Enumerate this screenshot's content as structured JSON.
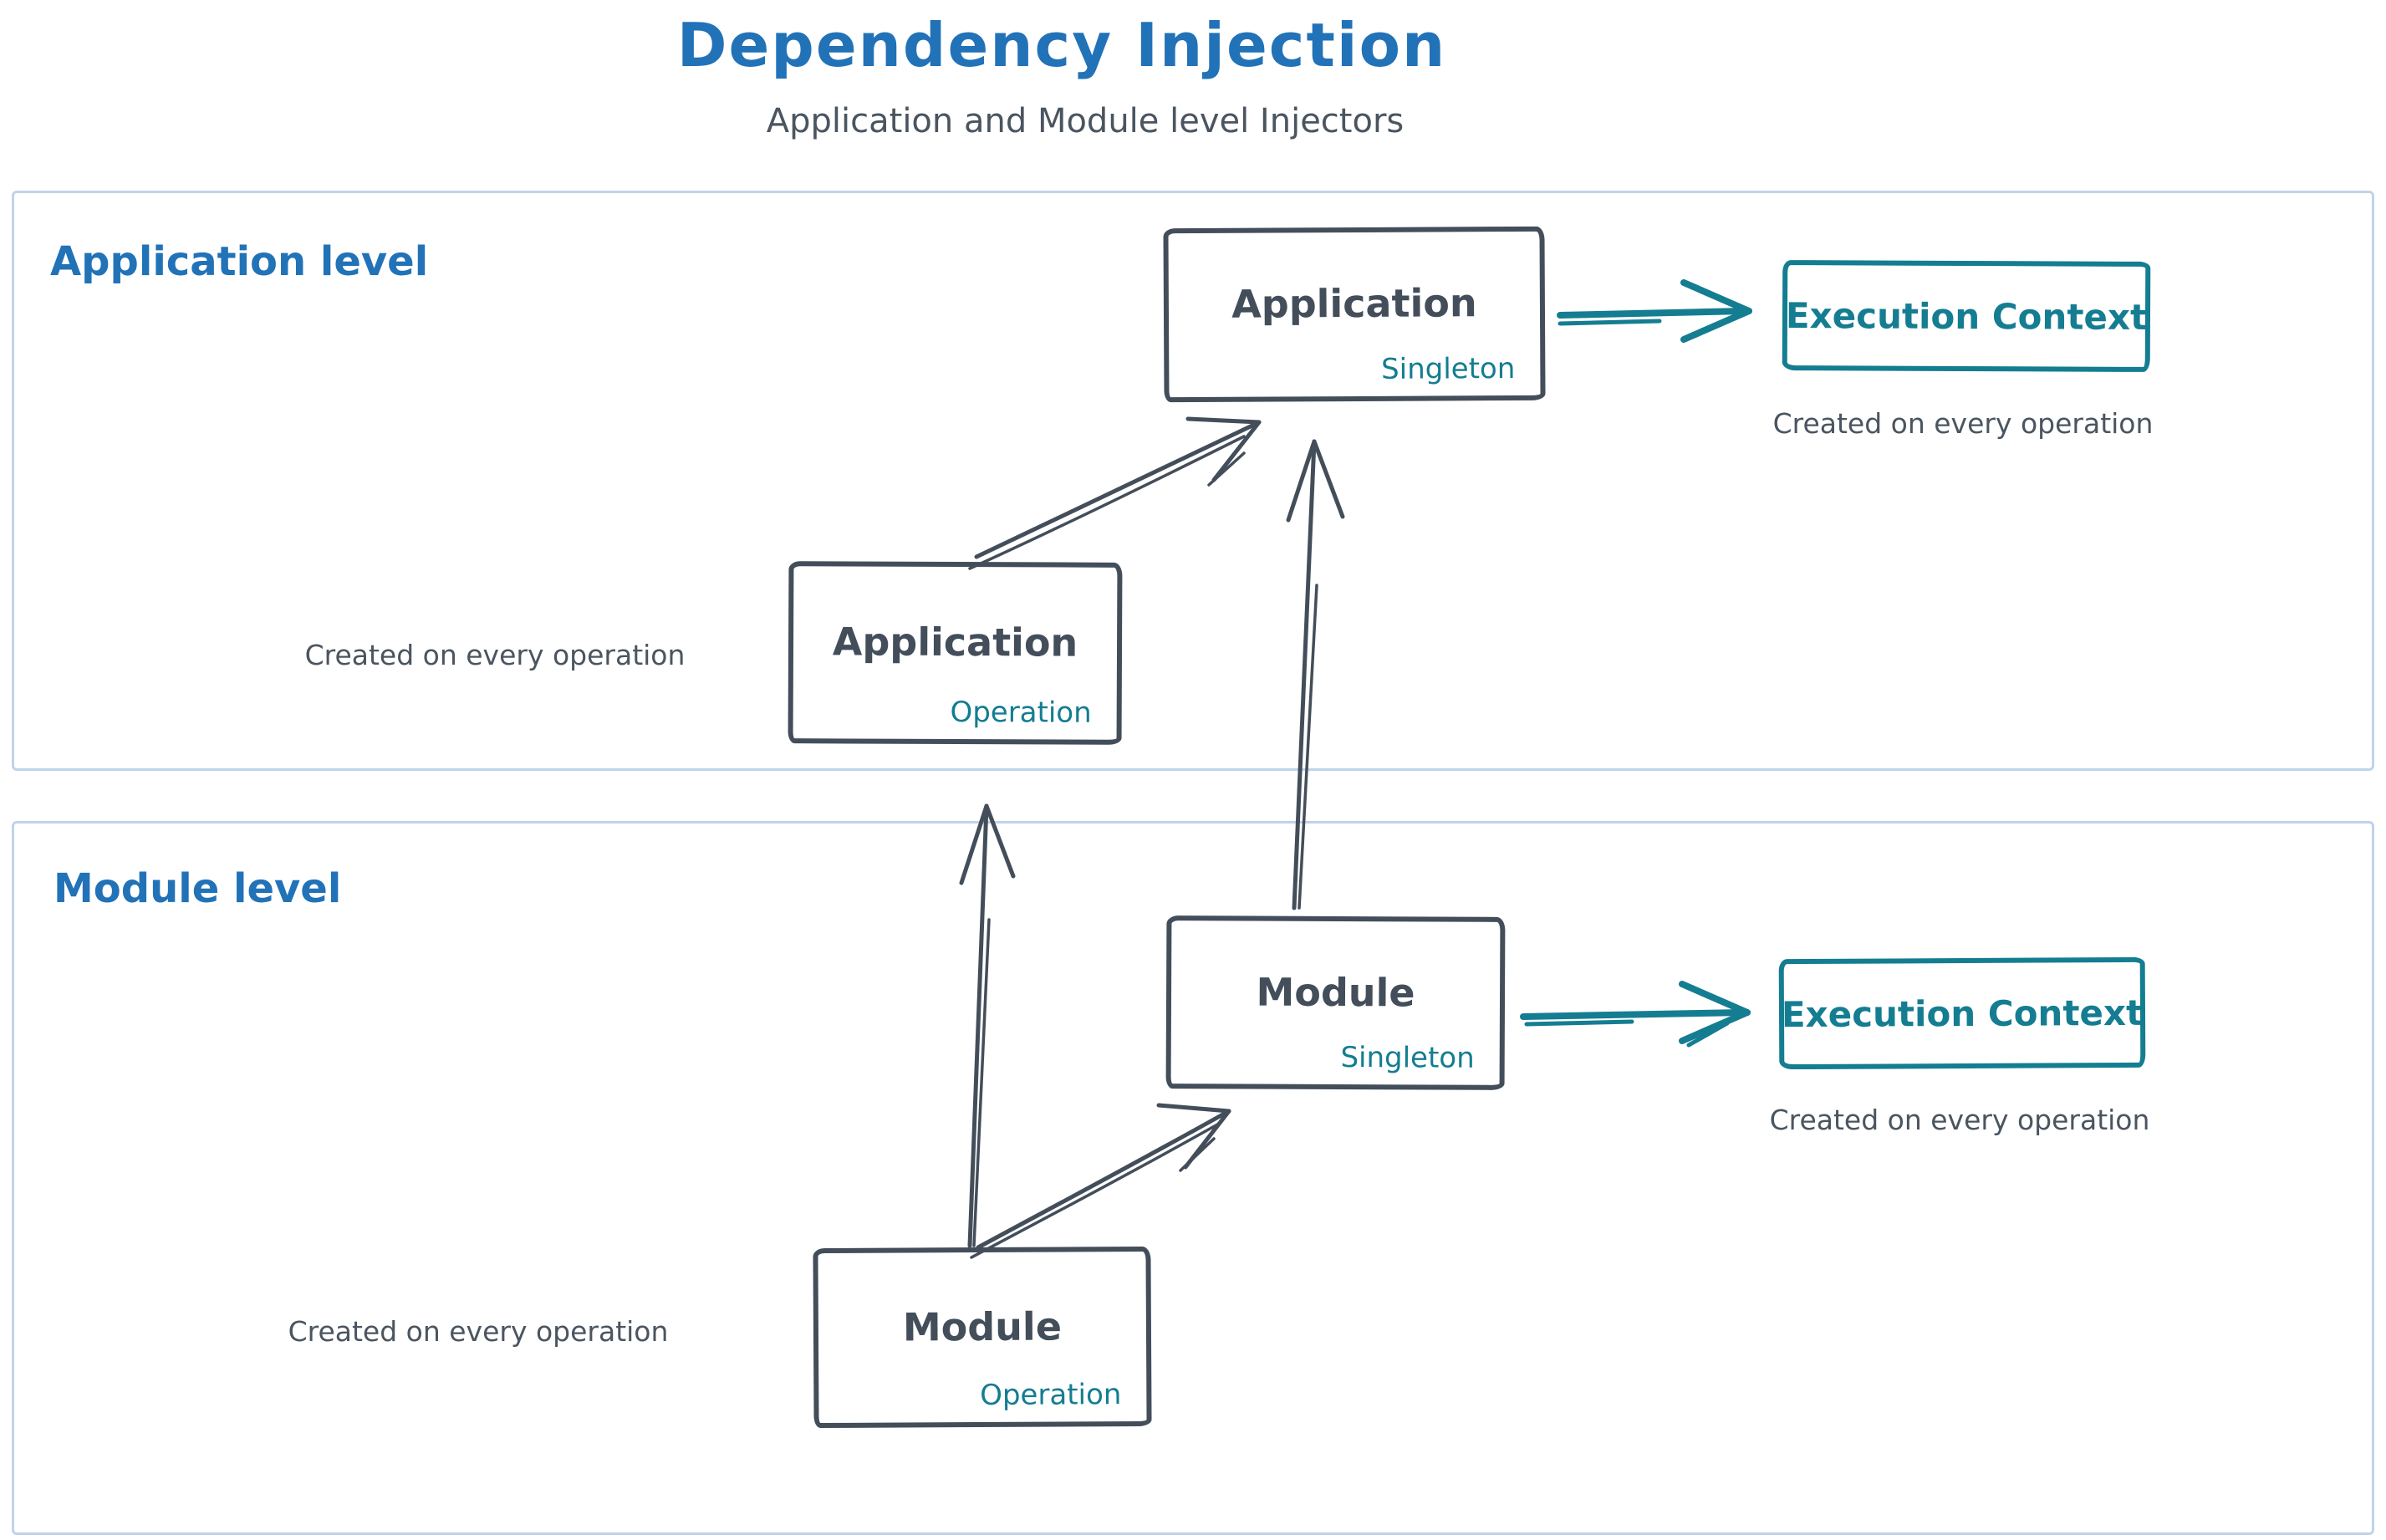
{
  "title": "Dependency Injection",
  "subtitle": "Application and Module level Injectors",
  "colors": {
    "heading_blue": "#2272b8",
    "sketch_dark": "#434e5a",
    "teal": "#147d91",
    "container_border": "#bfd3ea",
    "background": "#ffffff"
  },
  "sections": {
    "application": {
      "label": "Application level",
      "singleton_box": {
        "name": "Application",
        "scope": "Singleton"
      },
      "operation_box": {
        "name": "Application",
        "scope": "Operation"
      },
      "operation_note": "Created on every operation",
      "execution_context": {
        "label": "Execution Context",
        "note": "Created on every operation"
      }
    },
    "module": {
      "label": "Module level",
      "singleton_box": {
        "name": "Module",
        "scope": "Singleton"
      },
      "operation_box": {
        "name": "Module",
        "scope": "Operation"
      },
      "operation_note": "Created on every operation",
      "execution_context": {
        "label": "Execution Context",
        "note": "Created on every operation"
      }
    }
  },
  "edges": [
    {
      "from": "application-operation",
      "to": "application-singleton",
      "color": "dark"
    },
    {
      "from": "module-singleton",
      "to": "application-singleton",
      "color": "dark"
    },
    {
      "from": "module-operation",
      "to": "application-operation",
      "color": "dark"
    },
    {
      "from": "module-operation",
      "to": "module-singleton",
      "color": "dark"
    },
    {
      "from": "application-singleton",
      "to": "application-execution-context",
      "color": "teal"
    },
    {
      "from": "module-singleton",
      "to": "module-execution-context",
      "color": "teal"
    }
  ]
}
